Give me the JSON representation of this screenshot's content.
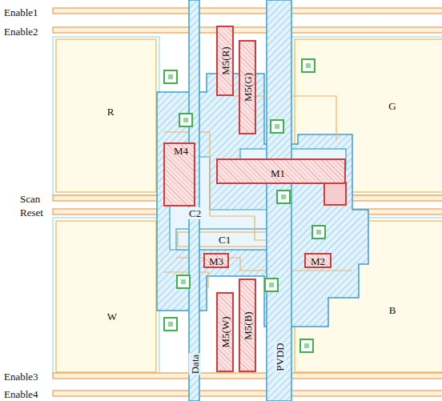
{
  "diagram": {
    "nodes": [
      {
        "text": [
          "M5(R)"
        ]
      },
      {
        "text": [
          "M5(G)"
        ]
      },
      {
        "text": [
          "R"
        ]
      },
      {
        "text": [
          "G"
        ]
      },
      {
        "text": [
          "M4"
        ]
      },
      {
        "text": [
          "M1"
        ]
      },
      {
        "text": [
          "M3"
        ]
      },
      {
        "text": [
          "M2"
        ]
      },
      {
        "text": [
          "W"
        ]
      },
      {
        "text": [
          "B"
        ]
      },
      {
        "text": [
          "M5(W)"
        ]
      },
      {
        "text": [
          "M5(B)"
        ]
      }
    ],
    "labels": [
      "Enable1",
      "Enable2",
      "Scan",
      "Reset",
      "C2",
      "C1",
      "Data",
      "PVDD",
      "Enable3",
      "Enable4"
    ]
  }
}
